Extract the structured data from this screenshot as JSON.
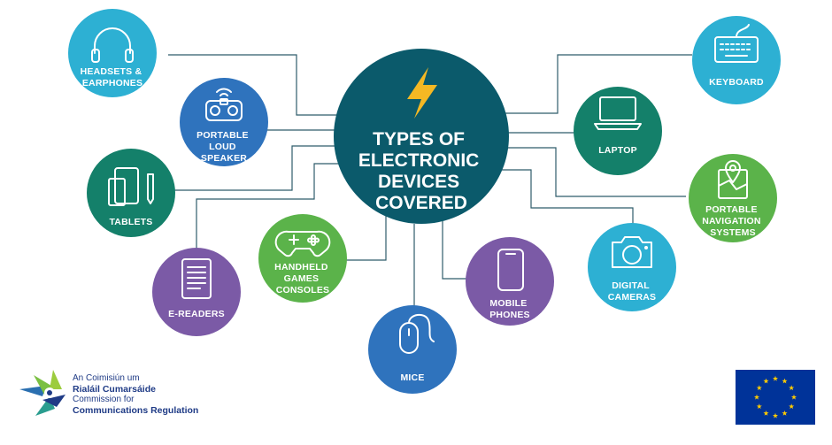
{
  "center": {
    "title_lines": [
      "TYPES OF",
      "ELECTRONIC",
      "DEVICES",
      "COVERED"
    ],
    "icon": "lightning-bolt-icon"
  },
  "devices": [
    {
      "key": "headsets",
      "lines": [
        "HEADSETS &",
        "EARPHONES"
      ],
      "icon": "headphones-icon",
      "color": "#2db0d3"
    },
    {
      "key": "speaker",
      "lines": [
        "PORTABLE",
        "LOUD",
        "SPEAKER"
      ],
      "icon": "speaker-icon",
      "color": "#2f73bd"
    },
    {
      "key": "tablets",
      "lines": [
        "TABLETS"
      ],
      "icon": "tablet-icon",
      "color": "#14806a"
    },
    {
      "key": "ereaders",
      "lines": [
        "E-READERS"
      ],
      "icon": "ereader-icon",
      "color": "#7b5aa6"
    },
    {
      "key": "consoles",
      "lines": [
        "HANDHELD",
        "GAMES",
        "CONSOLES"
      ],
      "icon": "gamepad-icon",
      "color": "#5bb34a"
    },
    {
      "key": "mice",
      "lines": [
        "MICE"
      ],
      "icon": "mouse-icon",
      "color": "#2f73bd"
    },
    {
      "key": "phones",
      "lines": [
        "MOBILE",
        "PHONES"
      ],
      "icon": "phone-icon",
      "color": "#7b5aa6"
    },
    {
      "key": "cameras",
      "lines": [
        "DIGITAL",
        "CAMERAS"
      ],
      "icon": "camera-icon",
      "color": "#2db0d3"
    },
    {
      "key": "navigation",
      "lines": [
        "PORTABLE",
        "NAVIGATION",
        "SYSTEMS"
      ],
      "icon": "map-pin-icon",
      "color": "#5bb34a"
    },
    {
      "key": "laptop",
      "lines": [
        "LAPTOP"
      ],
      "icon": "laptop-icon",
      "color": "#14806a"
    },
    {
      "key": "keyboard",
      "lines": [
        "KEYBOARD"
      ],
      "icon": "keyboard-icon",
      "color": "#2db0d3"
    }
  ],
  "colors": {
    "center": "#0b5a6b",
    "bolt": "#f5b823",
    "connector": "#2f5c6b"
  },
  "logo": {
    "line1": "An Coimisiún um",
    "line2": "Rialáil Cumarsáide",
    "line3": "Commission for",
    "line4": "Communications Regulation"
  },
  "eu_flag": {
    "icon": "eu-flag-icon",
    "color": "#003399",
    "star_color": "#ffcc00"
  }
}
